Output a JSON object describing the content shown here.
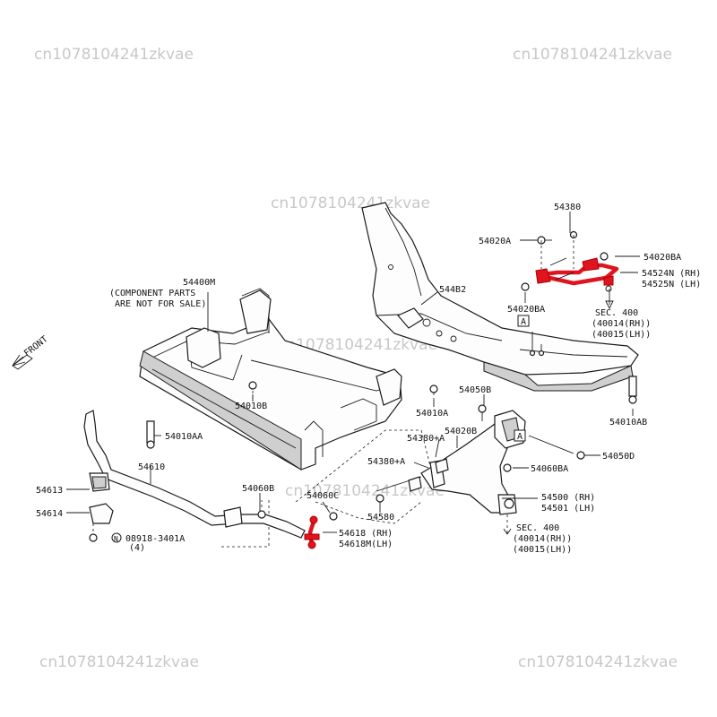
{
  "watermarks": [
    "cn1078104241zkvae",
    "cn1078104241zkvae",
    "cn1078104241zkvae",
    "cn1078104241zkvae",
    "cn1078104241zkvae",
    "cn1078104241zkvae",
    "cn1078104241zkvae"
  ],
  "front_label": "FRONT",
  "labels": {
    "p54380": "54380",
    "p54020A": "54020A",
    "p54020BA_top": "54020BA",
    "p54524N": "54524N (RH)",
    "p54525N": "54525N (LH)",
    "p54020BA_mid": "54020BA",
    "sec400_top": "SEC. 400",
    "sec400_top_rh": "(40014(RH))",
    "sec400_top_lh": "(40015(LH))",
    "p544B2": "544B2",
    "p54400M": "54400M",
    "p54400M_note1": "(COMPONENT PARTS",
    "p54400M_note2": "ARE NOT FOR SALE)",
    "p54010B": "54010B",
    "p54010A": "54010A",
    "p54050B": "54050B",
    "p54010AB": "54010AB",
    "p54020B": "54020B",
    "p54380A_1": "54380+A",
    "p54380A_2": "54380+A",
    "p54050D": "54050D",
    "p54060BA": "54060BA",
    "p54010AA": "54010AA",
    "p54610": "54610",
    "p54060B": "54060B",
    "p54060C": "54060C",
    "p54613": "54613",
    "p54614": "54614",
    "p54580": "54580",
    "p54500": "54500 (RH)",
    "p54501": "54501 (LH)",
    "p54618": "54618  (RH)",
    "p54618M": "54618M(LH)",
    "p08918": "08918-3401A",
    "p08918_qty": "(4)",
    "n_circle": "N",
    "sec400_bot": "SEC. 400",
    "sec400_bot_rh": "(40014(RH))",
    "sec400_bot_lh": "(40015(LH))",
    "ref_a1": "A",
    "ref_a2": "A"
  },
  "colors": {
    "highlight": "#e0141e",
    "line": "#1a1a1a",
    "watermark": "#c8c8c8"
  }
}
